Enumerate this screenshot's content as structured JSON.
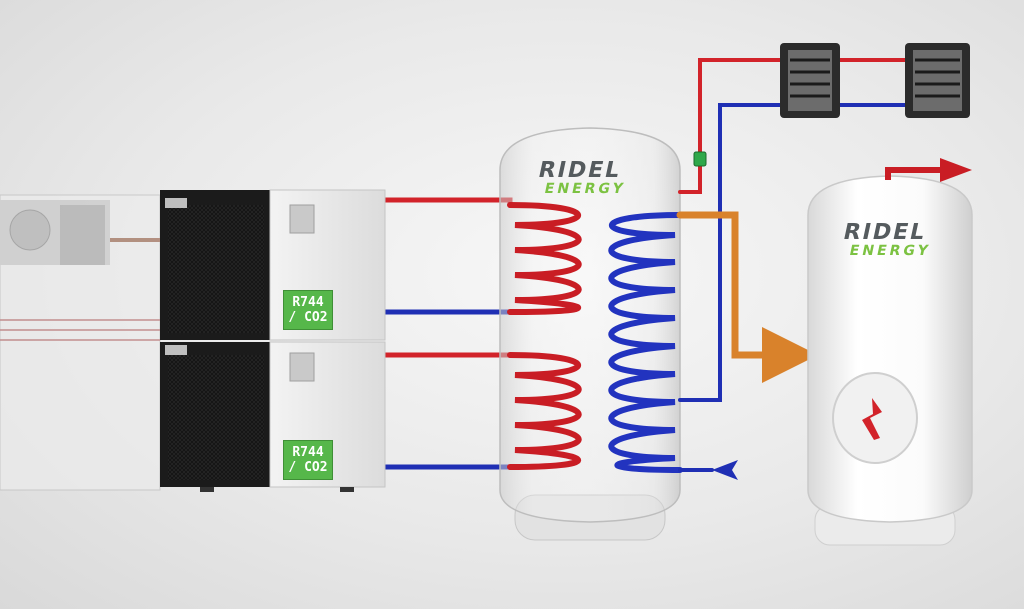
{
  "heat_pump_units": [
    {
      "refrigerant_label_line1": "R744",
      "refrigerant_label_line2": "/ CO2"
    },
    {
      "refrigerant_label_line1": "R744",
      "refrigerant_label_line2": "/ CO2"
    }
  ],
  "logos": [
    {
      "line1": "RIDEL",
      "line2": "ENERGY"
    },
    {
      "line1": "RIDEL",
      "line2": "ENERGY"
    }
  ],
  "colors": {
    "hot_pipe": "#d2232a",
    "cold_pipe": "#1f2fb4",
    "domestic_hot_pipe": "#d9822b",
    "label_green": "#56b74a",
    "brand_green": "#7cc242",
    "brand_grey": "#555b5e"
  },
  "icons": {
    "element_symbol": "lightning-bolt-icon",
    "outlet_arrow": "arrow-right-icon"
  }
}
